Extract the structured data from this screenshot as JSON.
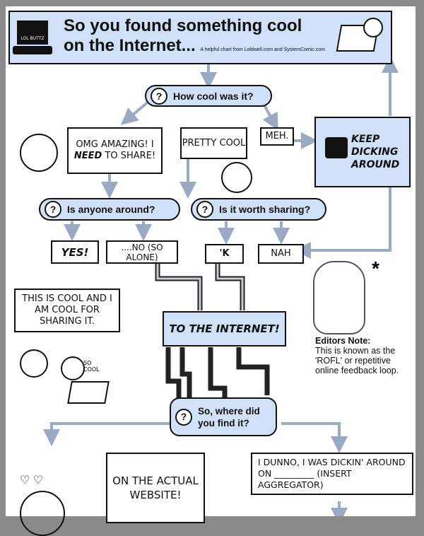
{
  "header": {
    "logo_text": "LOL BUTTZ",
    "title_line1": "So you found something cool",
    "title_line2": "on the Internet...",
    "credit": "A helpful chart from Loldwell.com and SystemComic.com"
  },
  "nodes": {
    "how_cool": "How cool was it?",
    "omg": "OMG AMAZING! I",
    "omg_need": "NEED",
    "omg_end": "TO SHARE!",
    "pretty_cool": "PRETTY COOL",
    "meh": "MEH.",
    "keep": "KEEP DICKING AROUND",
    "anyone": "Is anyone around?",
    "worth": "Is it worth sharing?",
    "yes": "YES!",
    "no": "....NO (SO ALONE)",
    "k": "'K",
    "nah": "NAH",
    "this_cool": "THIS IS COOL AND I AM COOL FOR SHARING IT.",
    "so_cool": "SO COOL",
    "internet": "TO THE INTERNET!",
    "where": "So, where did you find it?",
    "website": "ON THE ACTUAL WEBSITE!",
    "dunno": "I DUNNO, I WAS DICKIN' AROUND ON _________ (INSERT AGGREGATOR)"
  },
  "editors_note": {
    "title": "Editors Note:",
    "body": "This is known as the 'ROFL' or repetitive online feedback loop.",
    "asterisk": "*"
  },
  "colors": {
    "box_blue": "#cfe0f7",
    "arrow": "#9aaac4"
  }
}
